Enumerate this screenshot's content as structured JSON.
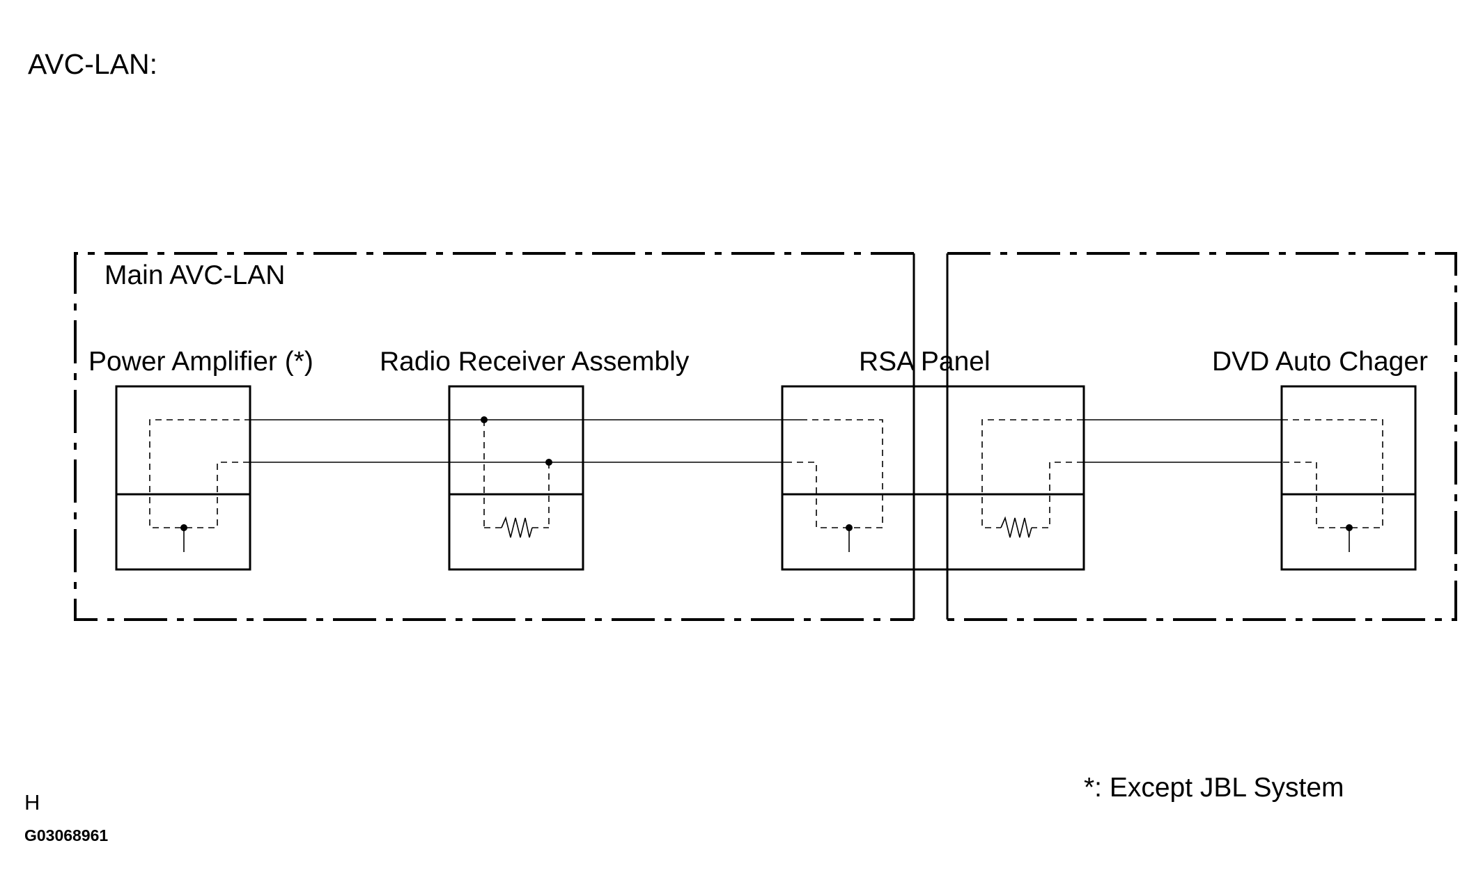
{
  "header": {
    "title": "AVC-LAN:"
  },
  "regions": {
    "main": "Main AVC-LAN"
  },
  "components": {
    "power_amplifier": "Power Amplifier (*)",
    "radio_receiver": "Radio Receiver Assembly",
    "rsa_panel": "RSA Panel",
    "dvd_changer": "DVD Auto Chager"
  },
  "footnote": "*: Except JBL System",
  "footer": {
    "code": "H",
    "figure_id": "G03068961"
  }
}
